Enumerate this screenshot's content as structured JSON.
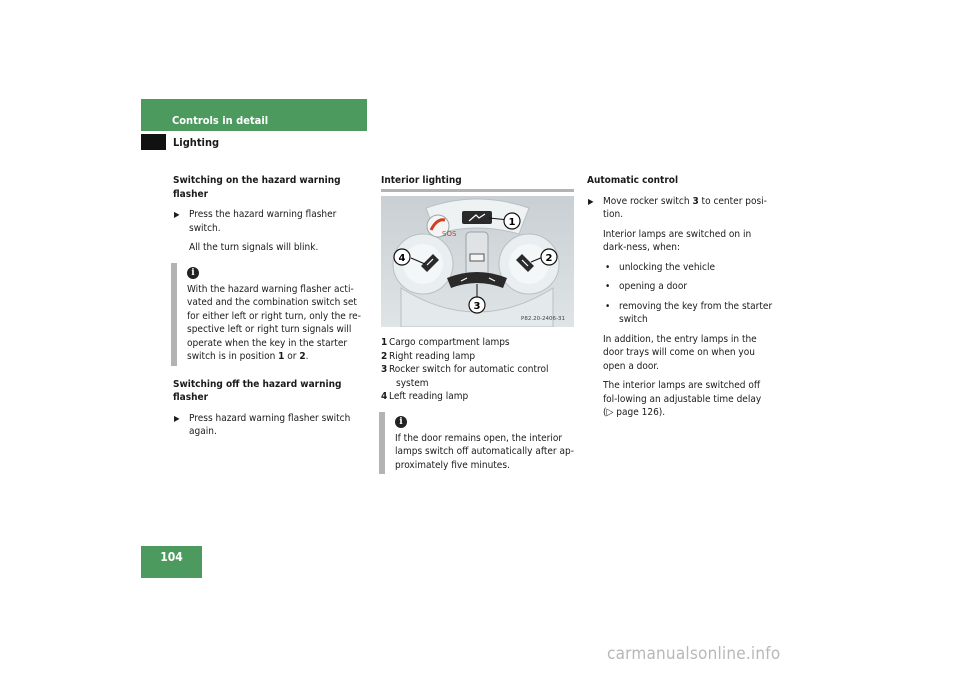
{
  "header": {
    "section": "Controls in detail",
    "topic": "Lighting"
  },
  "page_number": "104",
  "col1": {
    "h1": "Switching on the hazard warning flasher",
    "step1": "Press the hazard warning flasher switch.",
    "result1": "All the turn signals will blink.",
    "info_text_a": "With the hazard warning flasher acti-vated and the combination switch set for either left or right turn, only the re-spective left or right turn signals will operate when the key in the starter switch is in position ",
    "info_pos1": "1",
    "info_or": " or ",
    "info_pos2": "2",
    "info_end": ".",
    "h2": "Switching off the hazard warning flasher",
    "step2": "Press hazard warning flasher switch again."
  },
  "col2": {
    "heading": "Interior lighting",
    "figure_code": "P82.20-2406-31",
    "callouts": [
      "1",
      "2",
      "3",
      "4"
    ],
    "legend": [
      {
        "num": "1",
        "text": "Cargo compartment lamps"
      },
      {
        "num": "2",
        "text": "Right reading lamp"
      },
      {
        "num": "3",
        "text": "Rocker switch for automatic control",
        "cont": "system"
      },
      {
        "num": "4",
        "text": "Left reading lamp"
      }
    ],
    "info_text": "If the door remains open, the interior lamps switch off automatically after ap-proximately five minutes."
  },
  "col3": {
    "heading": "Automatic control",
    "step_a": "Move rocker switch ",
    "step_num": "3",
    "step_b": " to center posi-tion.",
    "p1": "Interior lamps are switched on in dark-ness, when:",
    "bullets": [
      "unlocking the vehicle",
      "opening a door",
      "removing the key from the starter switch"
    ],
    "p2": "In addition, the entry lamps in the door trays will come on when you open a door.",
    "p3": "The interior lamps are switched off fol-lowing an adjustable time delay",
    "p3_ref": "(▷ page 126)."
  },
  "watermark": "carmanualsonline.info",
  "colors": {
    "header_green": "#4d9a5f",
    "rule_gray": "#b3b3b3"
  }
}
